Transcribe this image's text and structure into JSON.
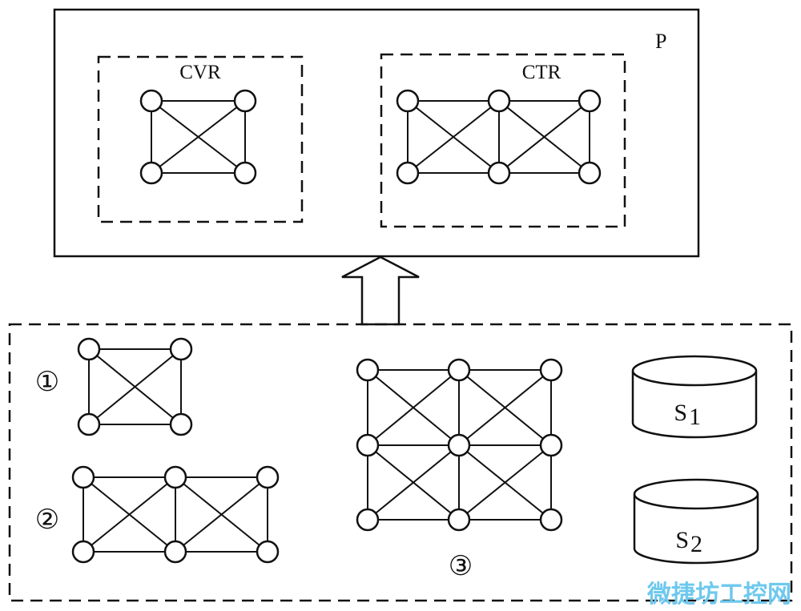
{
  "top_panel": {
    "label": "P"
  },
  "cvr_box": {
    "label": "CVR"
  },
  "ctr_box": {
    "label": "CTR"
  },
  "bottom_panel": {
    "graph_labels": [
      "①",
      "②",
      "③"
    ],
    "cylinders": [
      {
        "label": "S",
        "subscript": "1"
      },
      {
        "label": "S",
        "subscript": "2"
      }
    ]
  },
  "watermark": "微捷坊工控网",
  "colors": {
    "stroke": "#111111",
    "fill": "#ffffff",
    "watermark": "#6ec8ee"
  }
}
